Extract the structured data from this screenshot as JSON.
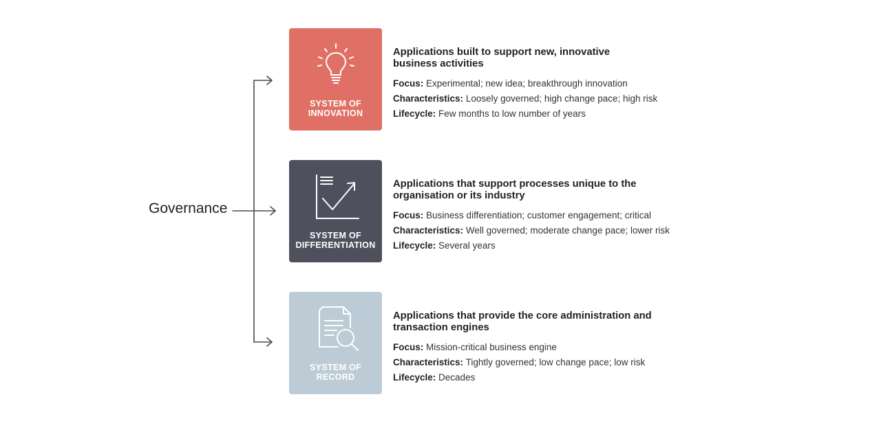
{
  "governance": {
    "label": "Governance"
  },
  "systems": [
    {
      "color": "#e07065",
      "icon": "lightbulb-icon",
      "title_lines": [
        "SYSTEM OF",
        "INNOVATION"
      ],
      "heading_lines": [
        "Applications built to support new, innovative",
        "business activities"
      ],
      "rows": [
        {
          "label": "Focus:",
          "value": "Experimental; new idea; breakthrough innovation"
        },
        {
          "label": "Characteristics:",
          "value": "Loosely governed; high change pace; high risk"
        },
        {
          "label": "Lifecycle:",
          "value": "Few months to low number of years"
        }
      ]
    },
    {
      "color": "#4e505d",
      "icon": "trend-chart-icon",
      "title_lines": [
        "SYSTEM OF",
        "DIFFERENTIATION"
      ],
      "heading_lines": [
        "Applications that support processes unique to the",
        "organisation or its industry"
      ],
      "rows": [
        {
          "label": "Focus:",
          "value": "Business differentiation; customer engagement; critical"
        },
        {
          "label": "Characteristics:",
          "value": "Well governed; moderate change pace; lower risk"
        },
        {
          "label": "Lifecycle:",
          "value": "Several years"
        }
      ]
    },
    {
      "color": "#bccbd5",
      "icon": "document-search-icon",
      "title_lines": [
        "SYSTEM OF",
        "RECORD"
      ],
      "heading_lines": [
        "Applications that provide the core administration and",
        "transaction engines"
      ],
      "rows": [
        {
          "label": "Focus:",
          "value": "Mission-critical business engine"
        },
        {
          "label": "Characteristics:",
          "value": "Tightly governed; low change pace; low risk"
        },
        {
          "label": "Lifecycle:",
          "value": "Decades"
        }
      ]
    }
  ]
}
